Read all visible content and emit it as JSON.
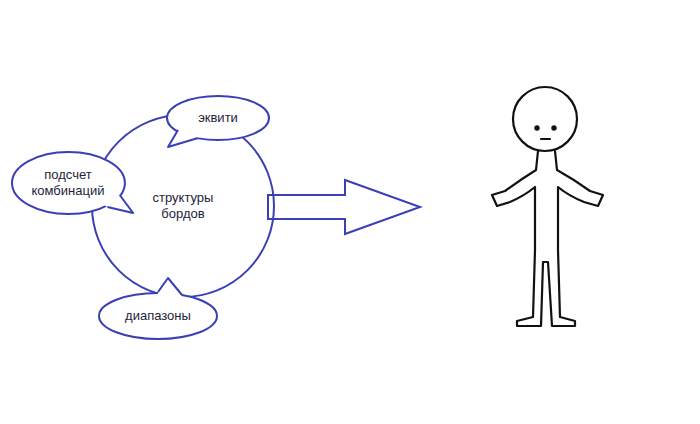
{
  "diagram": {
    "nodes": [
      {
        "text": [
          "эквити"
        ]
      },
      {
        "text": [
          "подсчет комбинаций"
        ]
      },
      {
        "text": [
          "структуры бордов"
        ]
      },
      {
        "text": [
          "диапазоны"
        ]
      }
    ]
  }
}
